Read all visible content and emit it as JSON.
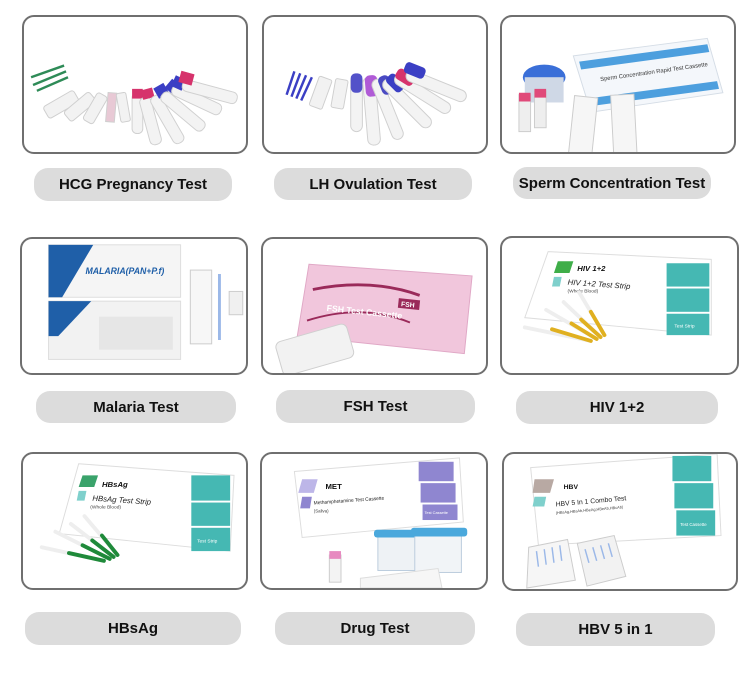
{
  "products": [
    {
      "id": "hcg",
      "label": "HCG Pregnancy Test",
      "image": "pregnancy-test-strips-and-midstreams",
      "colors": {
        "accent": "#d6336c",
        "strip": "#2e8b57"
      }
    },
    {
      "id": "lh",
      "label": "LH Ovulation Test",
      "image": "ovulation-test-strips-and-midstreams",
      "colors": {
        "accent": "#3b3fc4",
        "alt": "#b05bd6"
      }
    },
    {
      "id": "sperm",
      "label": "Sperm Concentration Test",
      "image": "sperm-test-cassettes-cup-and-vials",
      "pouch_text": "Sperm Concentration Rapid Test Cassette",
      "colors": {
        "accent": "#2f8fd8"
      }
    },
    {
      "id": "malaria",
      "label": "Malaria Test",
      "image": "malaria-test-pouches-and-cassette",
      "pouch_text": "MALARIA(PAN+P.f)",
      "colors": {
        "accent": "#1f5fa8"
      }
    },
    {
      "id": "fsh",
      "label": "FSH Test",
      "image": "fsh-test-cassette-and-pouch",
      "pouch_text": "FSH Test Cassette",
      "badge": "FSH",
      "colors": {
        "accent": "#e8a6c8",
        "dark": "#9a2a5a"
      }
    },
    {
      "id": "hiv",
      "label": "HIV 1+2",
      "image": "hiv-test-strips-and-box",
      "box_title": "HIV 1+2",
      "box_sub": "HIV 1+2 Test Strip",
      "box_note": "(Whole Blood)",
      "box_side": "Test Strip",
      "colors": {
        "accent": "#3fae49",
        "teal": "#45b8b3",
        "strip": "#e0b020"
      }
    },
    {
      "id": "hbsag",
      "label": "HBsAg",
      "image": "hbsag-test-strips-and-box",
      "box_title": "HBsAg",
      "box_sub": "HBsAg Test Strip",
      "box_note": "(Whole Blood)",
      "box_side": "Test Strip",
      "colors": {
        "accent": "#3aa36b",
        "teal": "#45b8b3",
        "strip": "#1f8a3a"
      }
    },
    {
      "id": "drug",
      "label": "Drug Test",
      "image": "drug-test-cassette-and-cups",
      "box_title": "MET",
      "box_sub": "Methamphetamine Test Cassette",
      "box_note": "(Saliva)",
      "box_side": "Test Cassette",
      "colors": {
        "accent": "#8f86d0",
        "cup": "#4aa8dc"
      }
    },
    {
      "id": "hbv",
      "label": "HBV 5 in 1",
      "image": "hbv-combo-test-cassettes-and-box",
      "box_title": "HBV",
      "box_sub": "HBV 5 In 1 Combo Test",
      "box_note": "(HBsAg,HBsAb,HBeAg,HBeAb,HBcAb)",
      "box_side": "Test Cassette",
      "colors": {
        "accent": "#b8a9a3",
        "teal": "#45b8b3"
      }
    }
  ]
}
